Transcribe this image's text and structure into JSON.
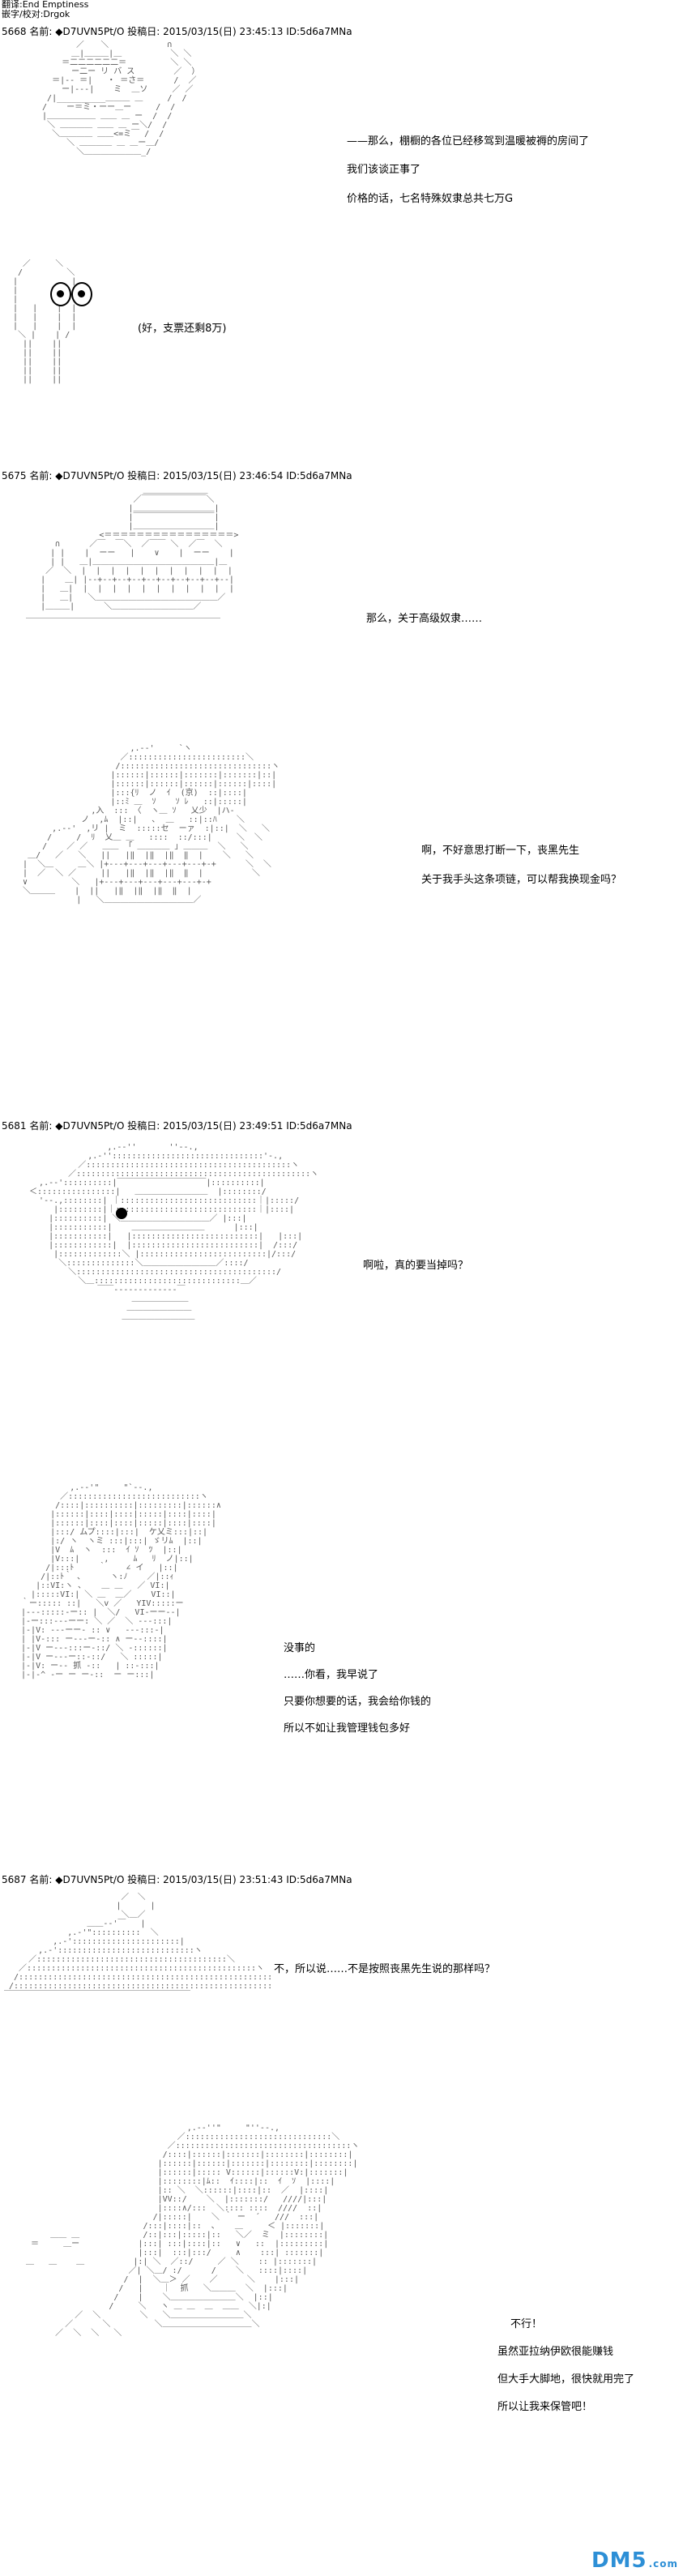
{
  "credits": {
    "translator": "翻译:End Emptiness",
    "proofer": "嵌字/校对:Drgok"
  },
  "posts": [
    {
      "number": "5668",
      "name_label": "名前:",
      "author": "D7UVN5Pt/O",
      "posted_label": "投稿日:",
      "datetime": "2015/03/15(日) 23:45:13",
      "id": "ID:5d6a7MNa",
      "lines": [
        "——那么，棚橱的各位已经移驾到温暖被褥的房间了",
        "我们该谈正事了",
        "价格的话，七名特殊奴隶总共七万G",
        "(好，支票还剩8万)"
      ]
    },
    {
      "number": "5675",
      "name_label": "名前:",
      "author": "D7UVN5Pt/O",
      "posted_label": "投稿日:",
      "datetime": "2015/03/15(日) 23:46:54",
      "id": "ID:5d6a7MNa",
      "lines": [
        "那么，关于高级奴隶……",
        "啊，不好意思打断一下，丧黑先生",
        "关于我手头这条项链，可以帮我换现金吗？"
      ]
    },
    {
      "number": "5681",
      "name_label": "名前:",
      "author": "D7UVN5Pt/O",
      "posted_label": "投稿日:",
      "datetime": "2015/03/15(日) 23:49:51",
      "id": "ID:5d6a7MNa",
      "lines": [
        "啊啦，真的要当掉吗？",
        "没事的",
        "……你看，我早说了",
        "只要你想要的话，我会给你钱的",
        "所以不如让我管理钱包多好"
      ]
    },
    {
      "number": "5687",
      "name_label": "名前:",
      "author": "D7UVN5Pt/O",
      "posted_label": "投稿日:",
      "datetime": "2015/03/15(日) 23:51:43",
      "id": "ID:5d6a7MNa",
      "lines": [
        "不，所以说……不是按照丧黑先生说的那样吗？",
        "不行！",
        "虽然亚拉纳伊欧很能赚钱",
        "但大手大脚地，很快就用完了",
        "所以让我来保管吧！"
      ]
    }
  ],
  "watermark": {
    "brand": "DM5",
    "tld": ".com"
  },
  "colors": {
    "text": "#000000",
    "art": "#555555",
    "watermark": "#2d8fd6"
  }
}
